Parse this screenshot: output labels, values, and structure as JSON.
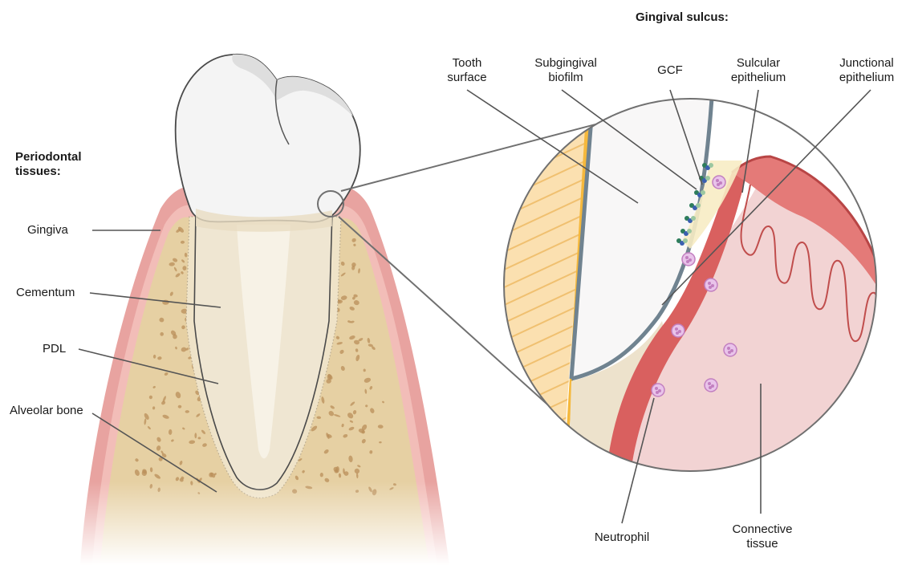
{
  "headings": {
    "periodontal_tissues": [
      "Periodontal",
      "tissues:"
    ],
    "gingival_sulcus": "Gingival sulcus:"
  },
  "left_labels": {
    "gingiva": "Gingiva",
    "cementum": "Cementum",
    "pdl": "PDL",
    "alveolar_bone": "Alveolar bone"
  },
  "inset_labels": {
    "tooth_surface": [
      "Tooth",
      "surface"
    ],
    "subgingival_biofilm": [
      "Subgingival",
      "biofilm"
    ],
    "gcf": "GCF",
    "sulcular_epithelium": [
      "Sulcular",
      "epithelium"
    ],
    "junctional_epithelium": [
      "Junctional",
      "epithelium"
    ],
    "neutrophil": "Neutrophil",
    "connective_tissue": [
      "Connective",
      "tissue"
    ]
  },
  "colors": {
    "gingiva": "#e8a0a0",
    "bone": "#e8d3a8",
    "bone_spots": "#b98f5a",
    "root": "#f2ead8",
    "crown": "#f4f4f4",
    "connective_tissue": "#f3d3d3",
    "epithelium": "#d9605f",
    "enamel_stripe": "#f5b83c",
    "tooth_outline": "#708390",
    "neutrophil": "#c27fc0"
  }
}
